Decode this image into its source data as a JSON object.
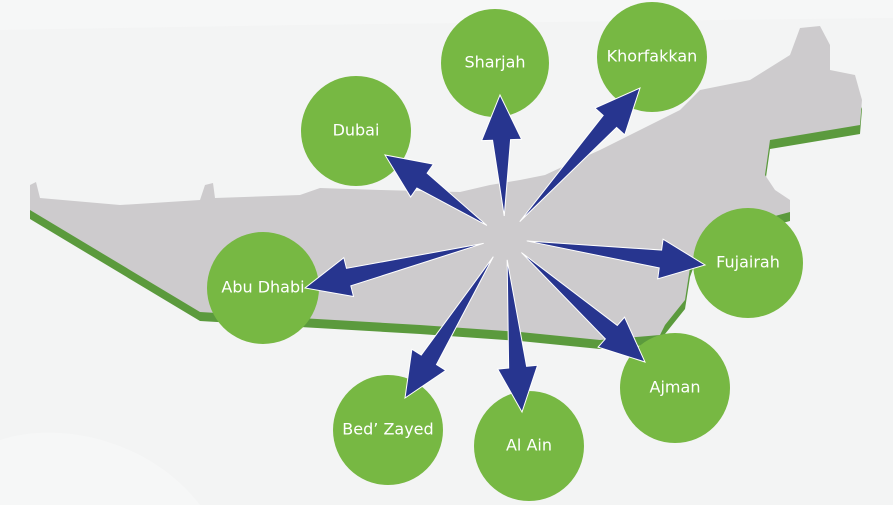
{
  "colors": {
    "background": "#f6f7f7",
    "land": "#cdcbcd",
    "land_edge": "#5b9a3d",
    "circle": "#77b843",
    "arrow": "#27358f",
    "label": "#ffffff"
  },
  "destinations": [
    {
      "label": "Sharjah"
    },
    {
      "label": "Khorfakkan"
    },
    {
      "label": "Dubai"
    },
    {
      "label": "Abu Dhabi"
    },
    {
      "label": "Fujairah"
    },
    {
      "label": "Ajman"
    },
    {
      "label": "Bed’ Zayed"
    },
    {
      "label": "Al Ain"
    }
  ]
}
